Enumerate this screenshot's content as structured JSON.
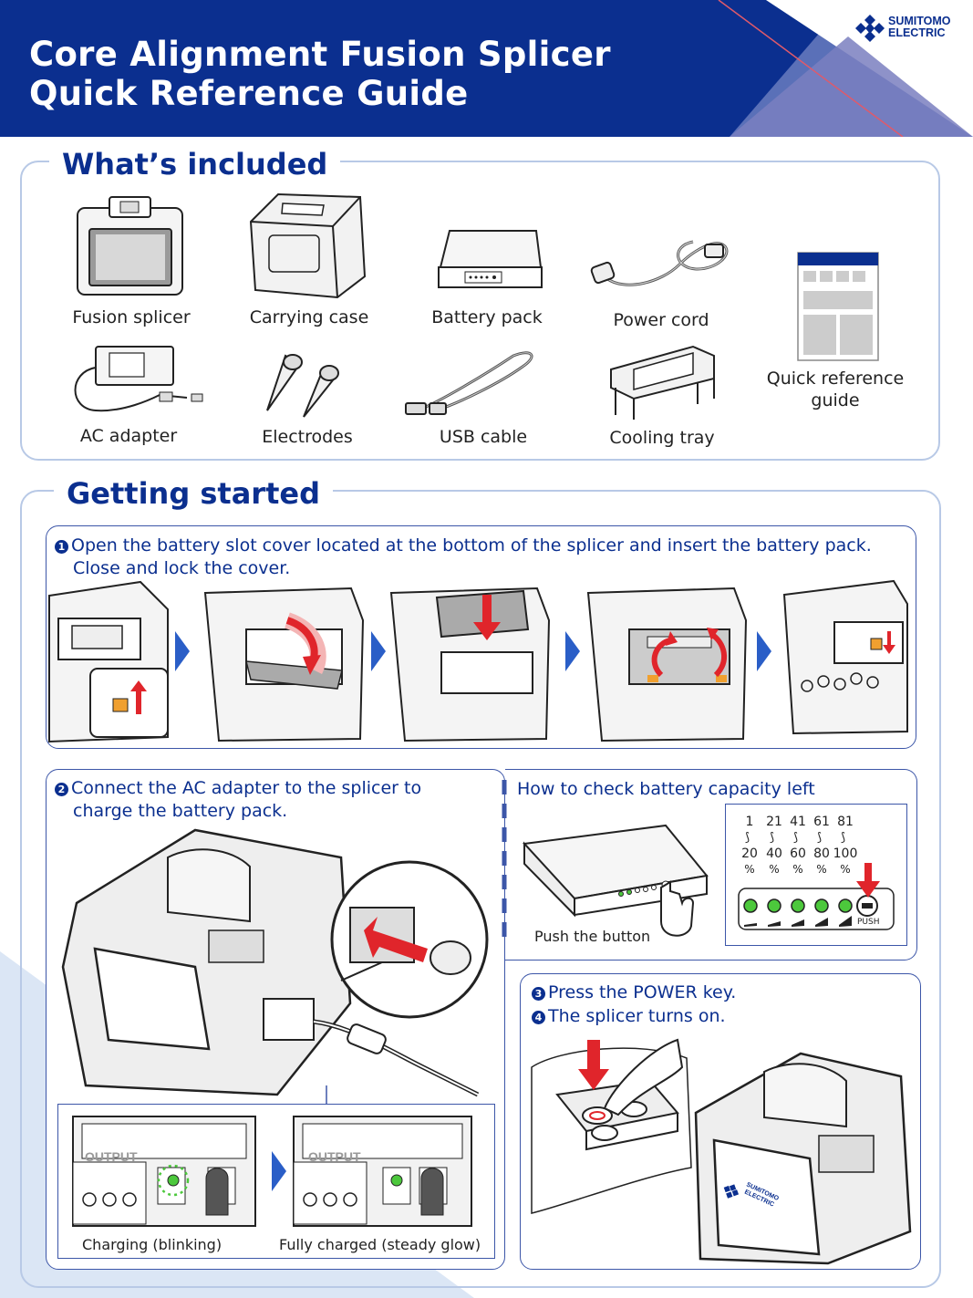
{
  "header": {
    "title_line1": "Core Alignment Fusion Splicer",
    "title_line2": "Quick Reference Guide",
    "logo_line1": "SUMITOMO",
    "logo_line2": "ELECTRIC"
  },
  "included": {
    "title": "What’s included",
    "items": [
      {
        "label": "Fusion splicer",
        "icon": "fusion-splicer-icon"
      },
      {
        "label": "Carrying case",
        "icon": "carrying-case-icon"
      },
      {
        "label": "Battery pack",
        "icon": "battery-pack-icon"
      },
      {
        "label": "Power cord",
        "icon": "power-cord-icon"
      },
      {
        "label": "AC adapter",
        "icon": "ac-adapter-icon"
      },
      {
        "label": "Electrodes",
        "icon": "electrodes-icon"
      },
      {
        "label": "USB cable",
        "icon": "usb-cable-icon"
      },
      {
        "label": "Cooling tray",
        "icon": "cooling-tray-icon"
      },
      {
        "label": "Quick reference guide",
        "icon": "quick-reference-guide-icon"
      }
    ]
  },
  "getting_started": {
    "title": "Getting started",
    "step1": {
      "number": "1",
      "text_line1": "Open the battery slot cover located at the bottom of the splicer and insert the battery pack.",
      "text_line2": "Close and lock the cover."
    },
    "step2": {
      "number": "2",
      "text_line1": "Connect the AC adapter to the splicer to",
      "text_line2": "charge the battery pack.",
      "panel_label": "OUTPUT",
      "captions": [
        "Charging (blinking)",
        "Fully charged (steady glow)"
      ]
    },
    "battery_check": {
      "title": "How to check battery capacity left",
      "push_caption": "Push the button",
      "push_label": "PUSH",
      "ranges": [
        {
          "from": "1",
          "to": "20",
          "unit": "%"
        },
        {
          "from": "21",
          "to": "40",
          "unit": "%"
        },
        {
          "from": "41",
          "to": "60",
          "unit": "%"
        },
        {
          "from": "61",
          "to": "80",
          "unit": "%"
        },
        {
          "from": "81",
          "to": "100",
          "unit": "%"
        }
      ],
      "led_color": "#4cc83c"
    },
    "step3": {
      "number": "3",
      "text": "Press the POWER key."
    },
    "step4": {
      "number": "4",
      "text": "The splicer turns on."
    }
  },
  "colors": {
    "brand": "#0b2f8f",
    "accent_red": "#e0252b",
    "panel_border": "#b8c9e6",
    "arrow_blue": "#2a5ec7"
  }
}
